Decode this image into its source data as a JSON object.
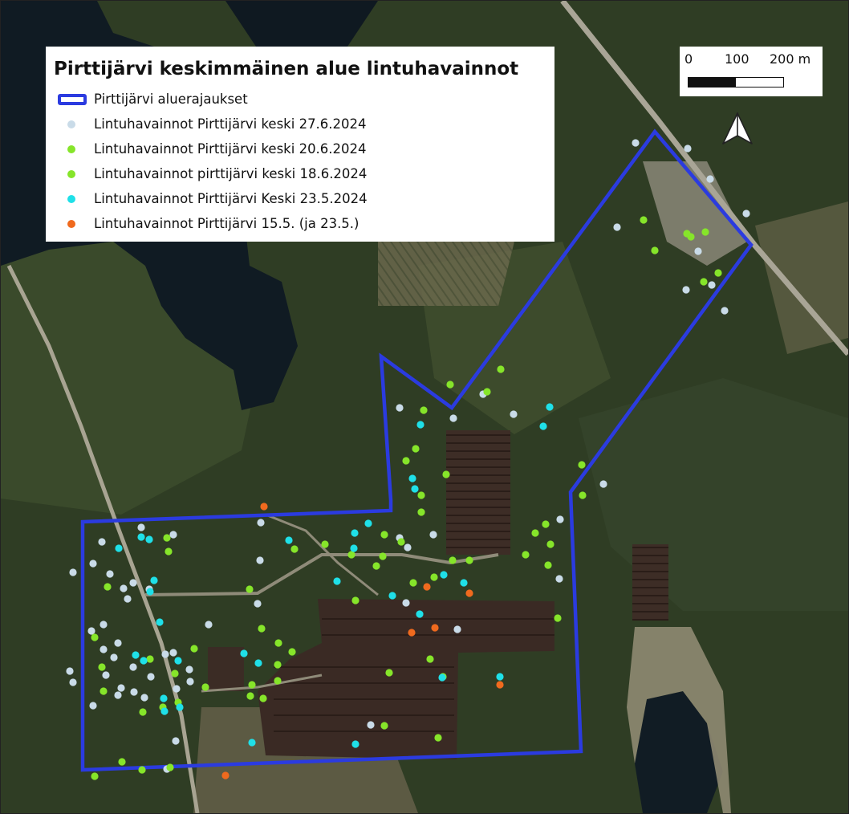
{
  "legend": {
    "title": "Pirttijärvi keskimmäinen alue lintuhavainnot",
    "items": [
      {
        "label": "Pirttijärvi aluerajaukset",
        "kind": "area",
        "color": "#2b3be0"
      },
      {
        "label": "Lintuhavainnot Pirttijärvi keski 27.6.2024",
        "kind": "point",
        "color": "#c9dbe8"
      },
      {
        "label": "Lintuhavainnot Pirttijärvi keski 20.6.2024",
        "kind": "point",
        "color": "#86e52a"
      },
      {
        "label": "Lintuhavainnot pirttijärvi keski 18.6.2024",
        "kind": "point",
        "color": "#86e52a"
      },
      {
        "label": "Lintuhavainnot Pirttijärvi Keski 23.5.2024",
        "kind": "point",
        "color": "#1fe0e8"
      },
      {
        "label": "Lintuhavainnot Pirttijärvi 15.5. (ja 23.5.)",
        "kind": "point",
        "color": "#f06a1e"
      }
    ]
  },
  "scale": {
    "ticks": [
      "0",
      "100",
      "200 m"
    ]
  },
  "north_arrow": {
    "icon": "north-arrow-icon"
  },
  "colors": {
    "boundary": "#2b3be0",
    "obs_27_6": "#c9dbe8",
    "obs_20_6": "#86e52a",
    "obs_18_6": "#86e52a",
    "obs_23_5": "#1fe0e8",
    "obs_15_5": "#f06a1e",
    "forest": "#2c3a22",
    "water": "#101a22",
    "peat": "#3b2a22"
  }
}
